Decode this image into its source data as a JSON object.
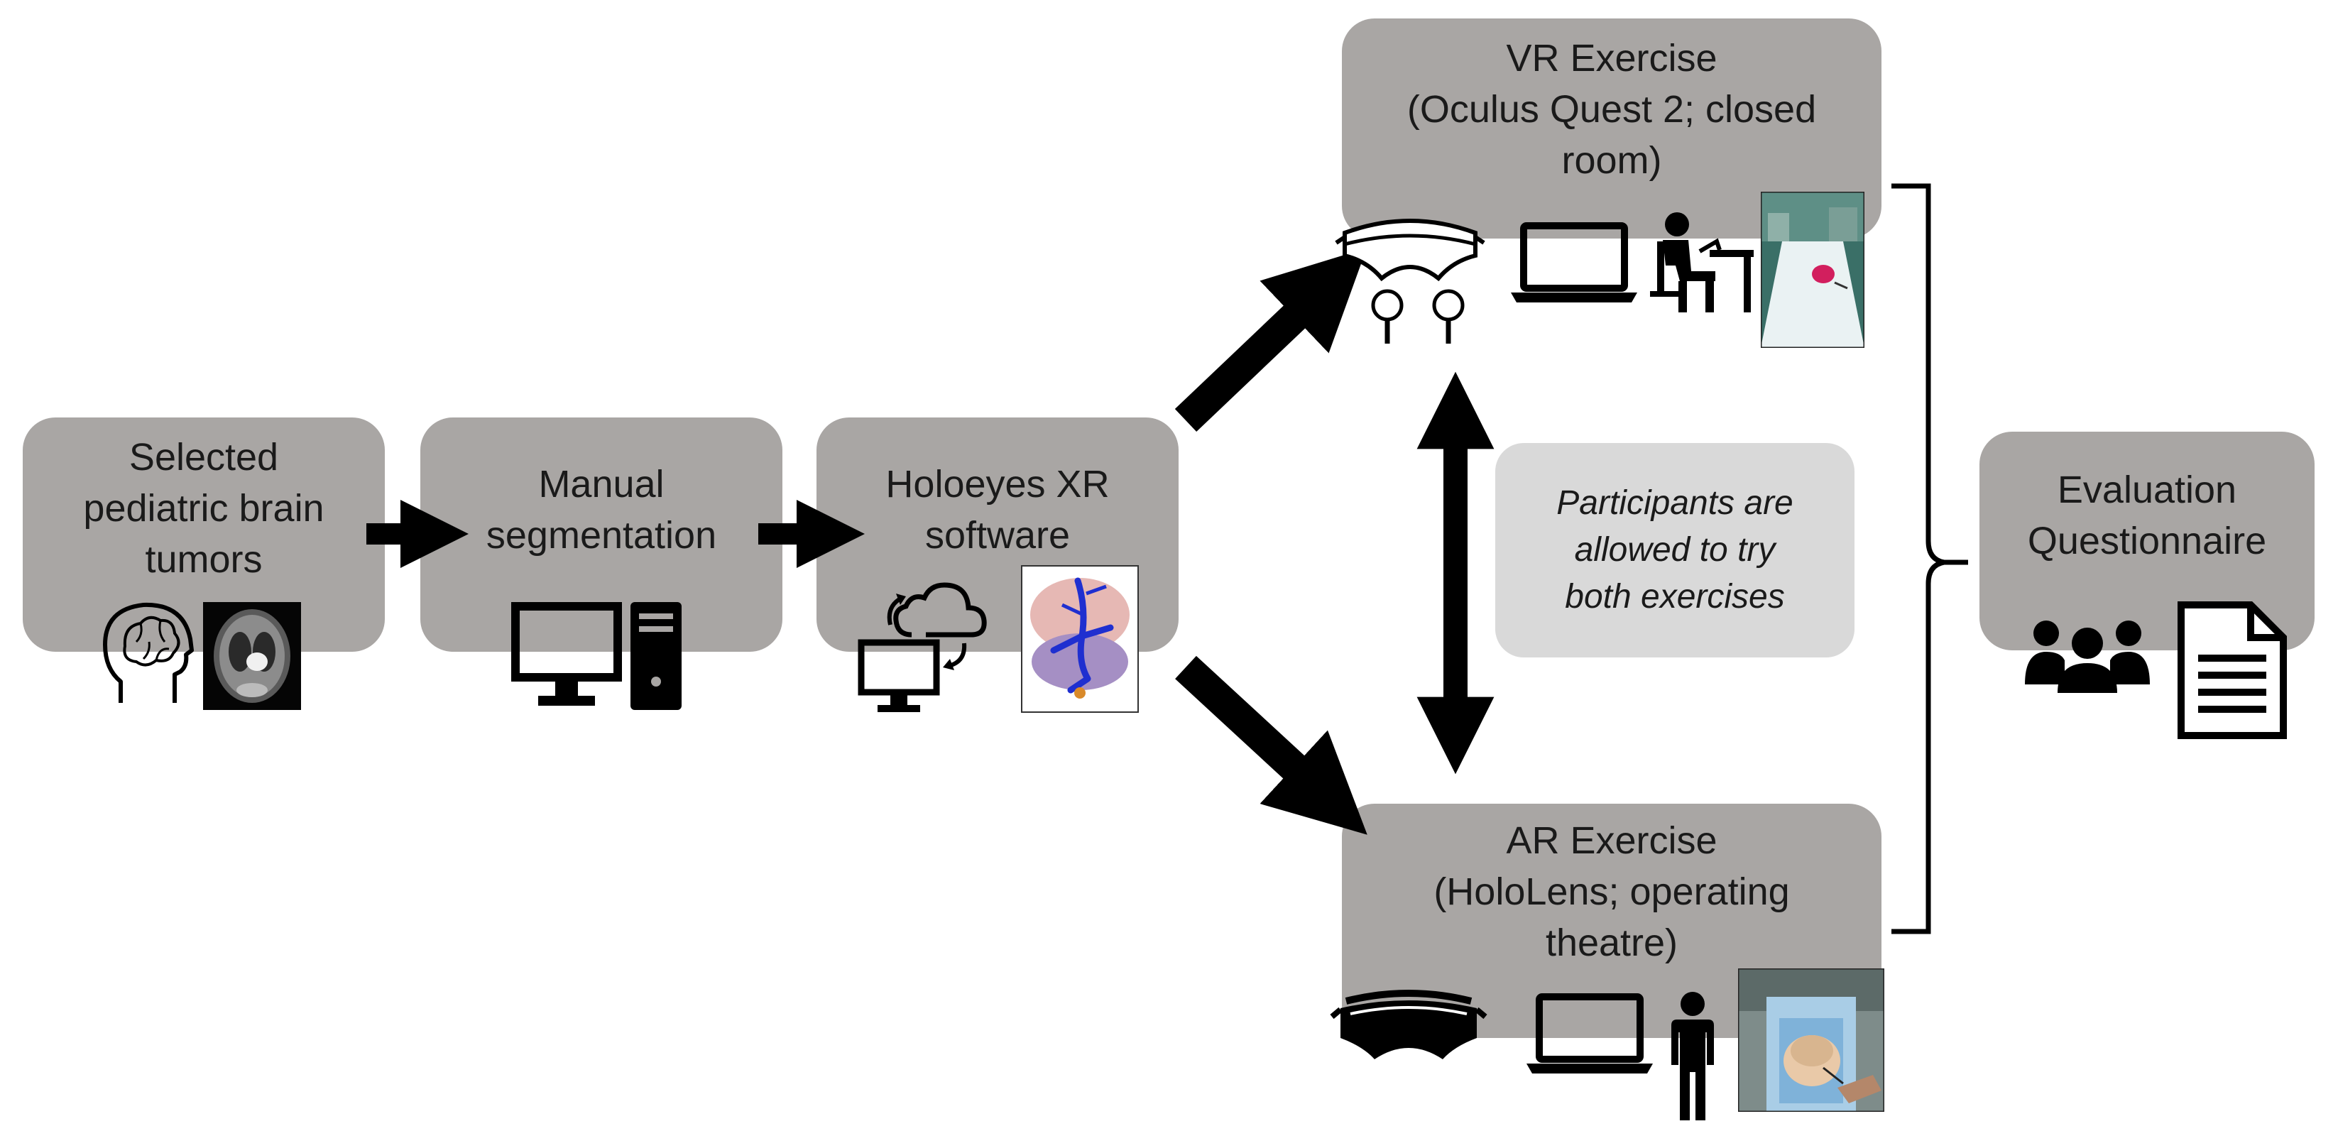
{
  "nodes": {
    "tumors": {
      "lines": [
        "Selected",
        "pediatric brain",
        "tumors"
      ]
    },
    "segmentation": {
      "lines": [
        "Manual",
        "segmentation"
      ]
    },
    "holoeyes": {
      "lines": [
        "Holoeyes XR",
        "software"
      ]
    },
    "vr": {
      "lines": [
        "VR Exercise",
        "(Oculus Quest 2; closed",
        "room)"
      ]
    },
    "ar": {
      "lines": [
        "AR Exercise",
        "(HoloLens; operating",
        "theatre)"
      ]
    },
    "evaluation": {
      "lines": [
        "Evaluation",
        "Questionnaire"
      ]
    }
  },
  "note": {
    "lines": [
      "Participants are",
      "allowed to try",
      "both exercises"
    ]
  },
  "colors": {
    "box": "#a9a6a4",
    "note_box": "#d9d9d9",
    "arrow": "#000000"
  },
  "icons": [
    "head-brain-icon",
    "mri-scan-image",
    "desktop-monitor-icon",
    "pc-tower-icon",
    "cloud-sync-icon",
    "computer-monitor-icon",
    "brain-model-image",
    "vr-headset-icon",
    "vr-controllers-icon",
    "laptop-icon",
    "seated-person-at-desk-icon",
    "vr-scene-image",
    "ar-headset-icon",
    "standing-person-icon",
    "ar-operating-room-image",
    "user-group-icon",
    "document-icon"
  ]
}
